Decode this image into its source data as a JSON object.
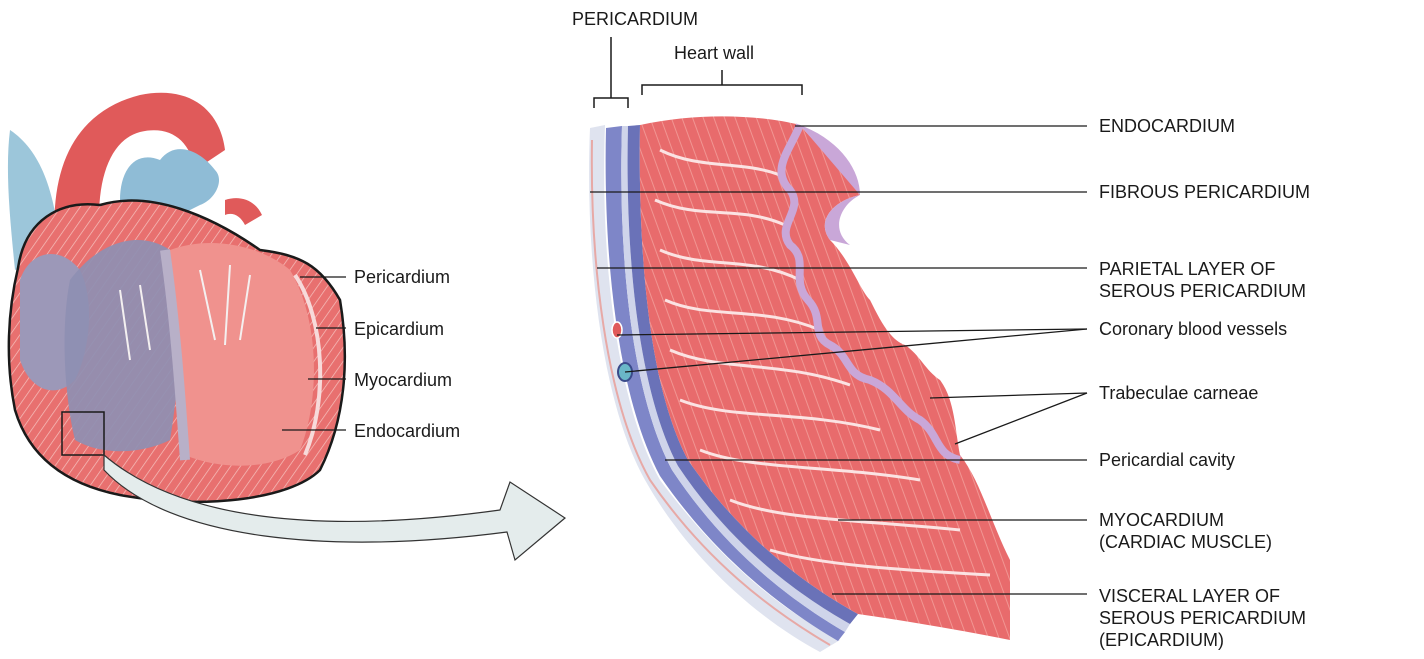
{
  "top_labels": {
    "pericardium": "PERICARDIUM",
    "heart_wall": "Heart wall"
  },
  "left_labels": [
    {
      "key": "pericardium",
      "text": "Pericardium"
    },
    {
      "key": "epicardium",
      "text": "Epicardium"
    },
    {
      "key": "myocardium",
      "text": "Myocardium"
    },
    {
      "key": "endocardium",
      "text": "Endocardium"
    }
  ],
  "right_labels": [
    {
      "key": "endocardium",
      "lines": [
        "ENDOCARDIUM"
      ]
    },
    {
      "key": "fibrous-pericardium",
      "lines": [
        "FIBROUS PERICARDIUM"
      ]
    },
    {
      "key": "parietal-layer",
      "lines": [
        "PARIETAL LAYER OF",
        "SEROUS PERICARDIUM"
      ]
    },
    {
      "key": "coronary-vessels",
      "lines": [
        "Coronary blood vessels"
      ]
    },
    {
      "key": "trabeculae",
      "lines": [
        "Trabeculae carneae"
      ]
    },
    {
      "key": "pericardial-cavity",
      "lines": [
        "Pericardial cavity"
      ]
    },
    {
      "key": "myocardium",
      "lines": [
        "MYOCARDIUM",
        "(CARDIAC MUSCLE)"
      ]
    },
    {
      "key": "visceral-layer",
      "lines": [
        "VISCERAL LAYER OF",
        "SEROUS PERICARDIUM",
        "(EPICARDIUM)"
      ]
    }
  ],
  "colors": {
    "muscle": "#e8706f",
    "muscle_light": "#f3a4a0",
    "endocardium": "#c9a7d8",
    "pericardium_blue": "#7e86c8",
    "vessel_blue": "#9cc6da",
    "artery_red": "#e05a5a",
    "arrow_fill": "#e4ecec",
    "line": "#1a1a1a"
  }
}
